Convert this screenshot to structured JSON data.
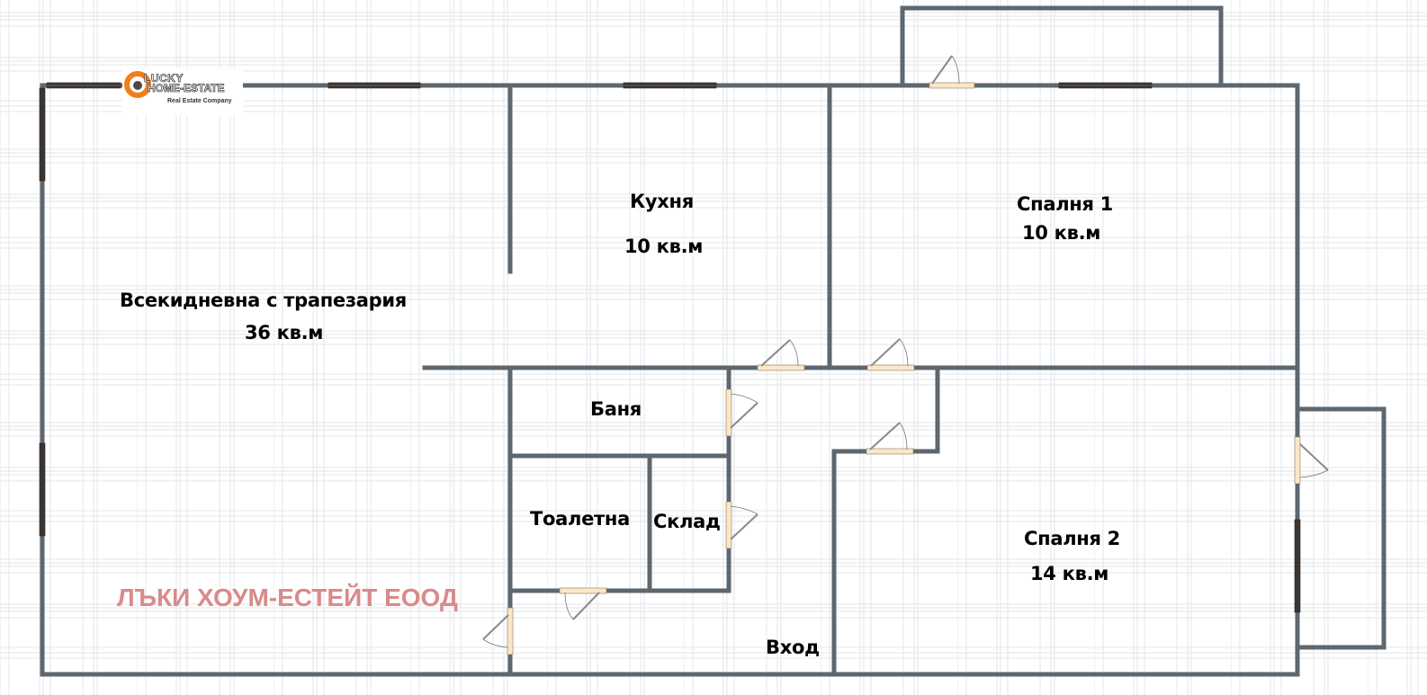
{
  "colors": {
    "wall": "#5c6770",
    "window": "#3b3532",
    "door_leaf": "#fbe6c6",
    "door_swing": "#8a8a8a",
    "grid": "#e1e4e8",
    "watermark": "#d98a8a",
    "logo_orange": "#f07f1b"
  },
  "logo": {
    "line1": "LUCKY",
    "line2": "HOME-ESTATE",
    "tagline": "Real Estate Company"
  },
  "watermark": {
    "text": "ЛЪКИ ХОУМ-ЕСТЕЙТ ЕООД"
  },
  "rooms": {
    "living": {
      "name": "Всекидневна с трапезария",
      "area": "36 кв.м"
    },
    "kitchen": {
      "name": "Кухня",
      "area": "10 кв.м"
    },
    "bedroom1": {
      "name": "Спалня 1",
      "area": "10 кв.м"
    },
    "bedroom2": {
      "name": "Спалня 2",
      "area": "14 кв.м"
    },
    "bathroom": {
      "name": "Баня"
    },
    "toilet": {
      "name": "Тоалетна"
    },
    "storage": {
      "name": "Склад"
    },
    "entrance": {
      "name": "Вход"
    }
  }
}
